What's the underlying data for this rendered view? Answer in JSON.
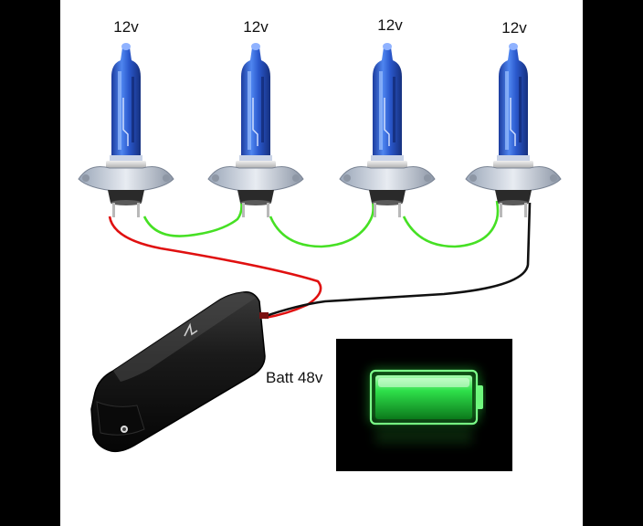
{
  "bulbs": [
    {
      "voltage": "12v"
    },
    {
      "voltage": "12v"
    },
    {
      "voltage": "12v"
    },
    {
      "voltage": "12v"
    }
  ],
  "battery": {
    "label": "Batt 48v"
  },
  "colors": {
    "background": "#ffffff",
    "border": "#000000",
    "wire_positive": "#e01010",
    "wire_series": "#46e024",
    "wire_negative": "#111111",
    "bulb_glass": "#2f63d8",
    "battery_glow": "#2bdc3c"
  },
  "icons": [
    "halogen-bulb-icon",
    "ebike-battery-pack-icon",
    "battery-full-icon"
  ]
}
